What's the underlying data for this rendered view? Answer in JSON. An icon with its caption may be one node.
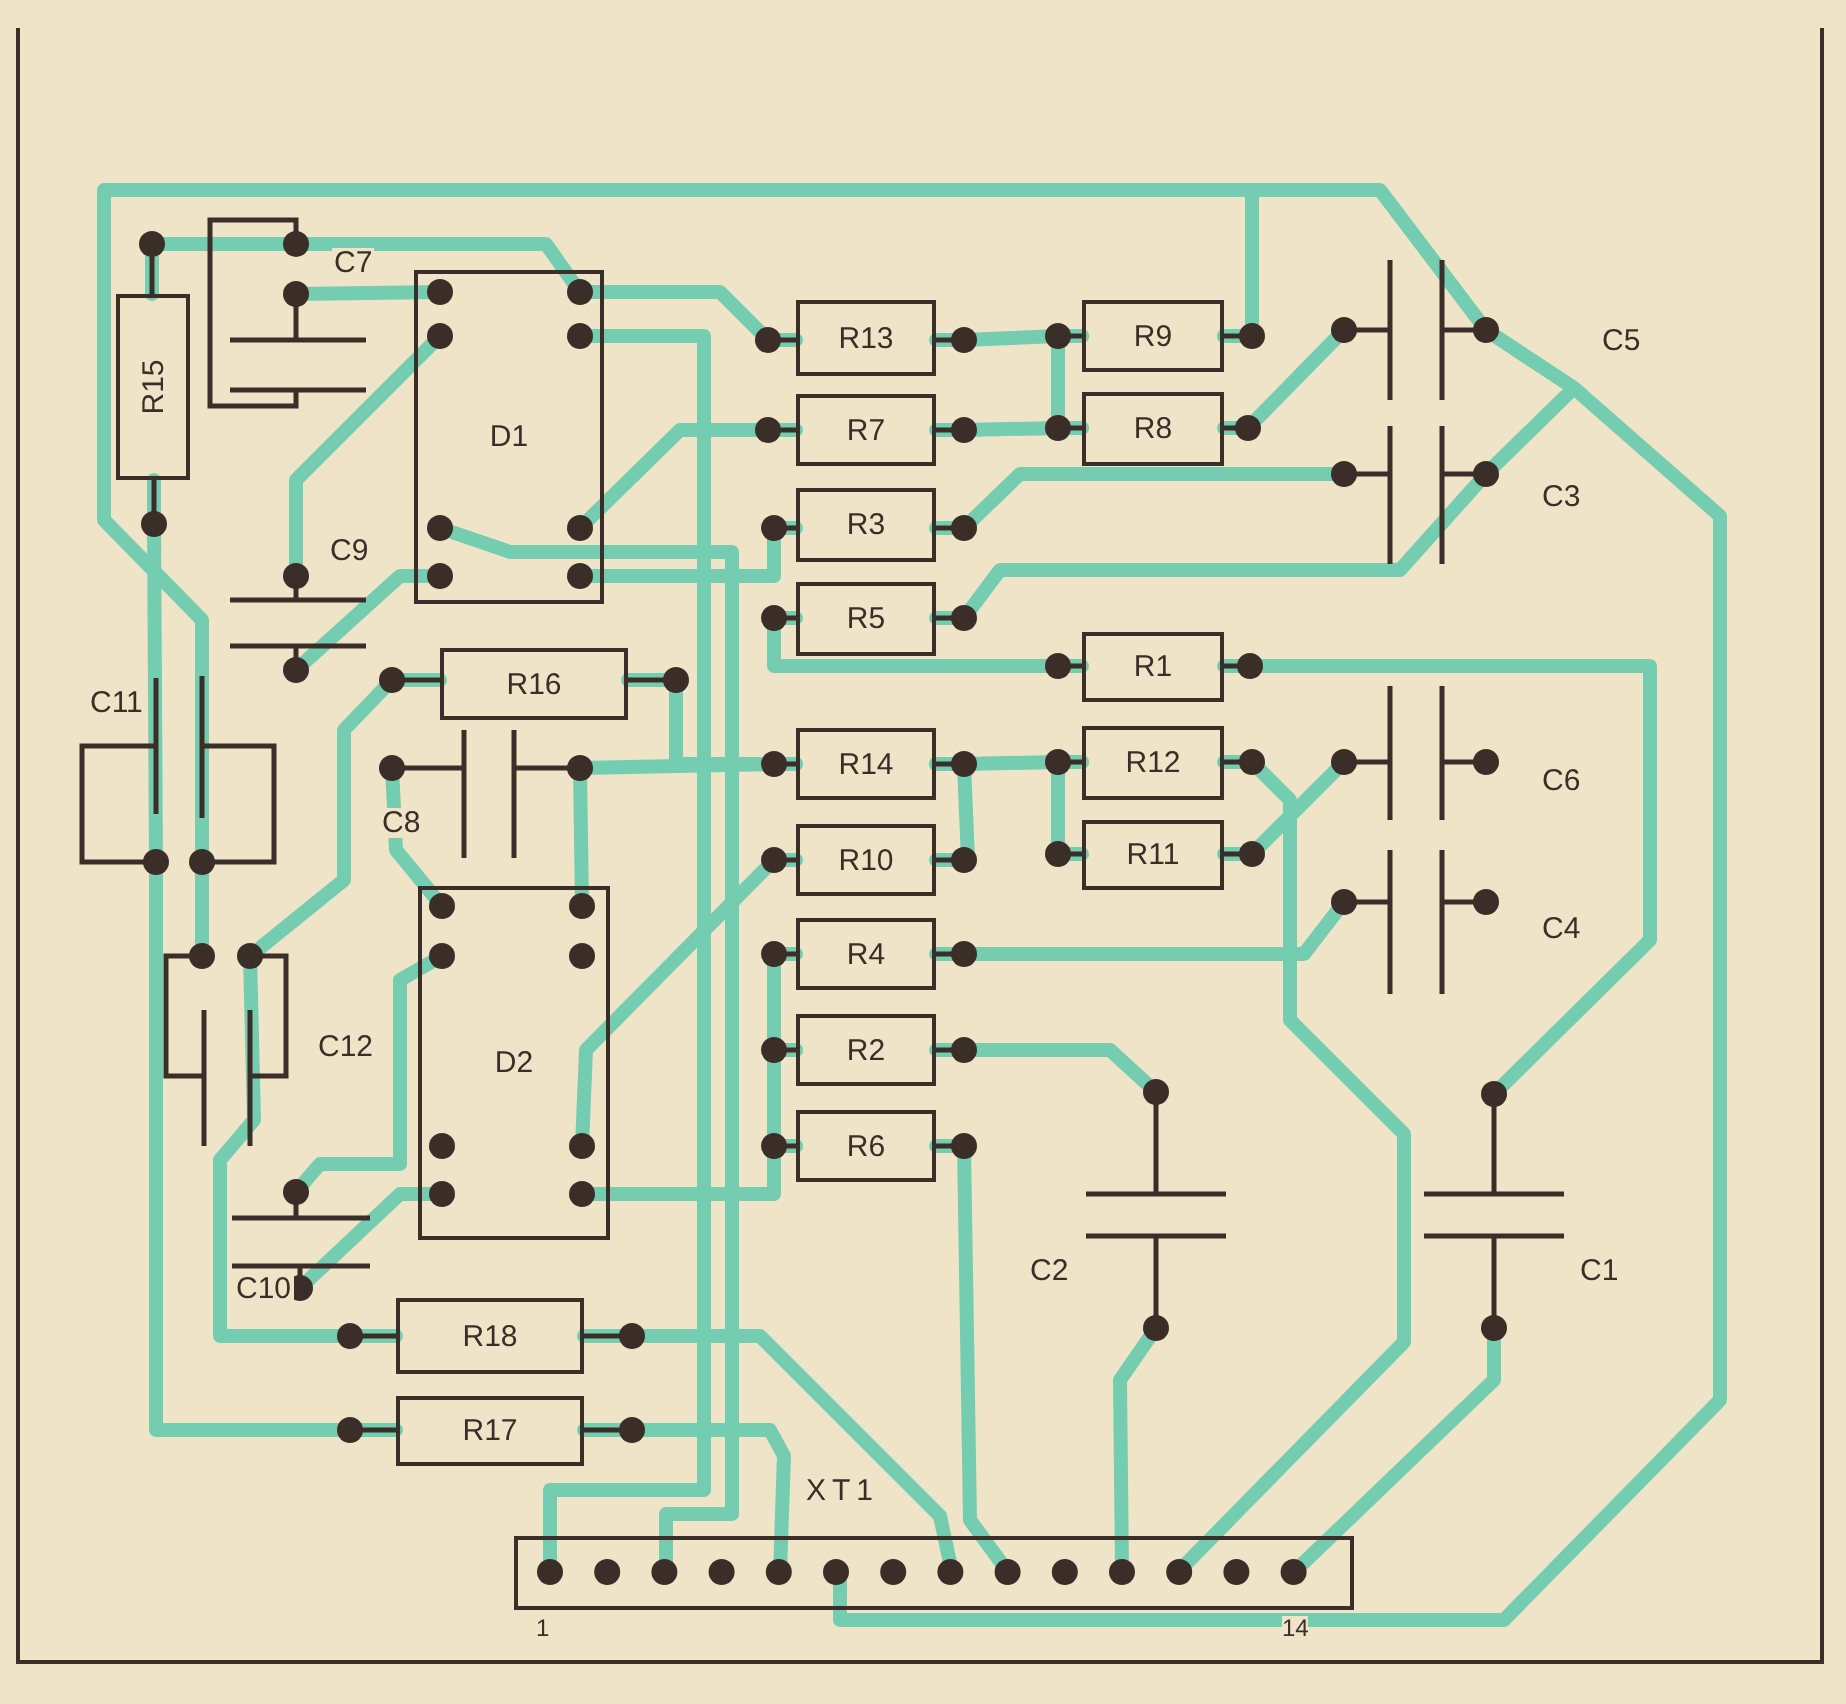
{
  "diagram": {
    "nodes": [
      {
        "text": [
          "R15"
        ]
      },
      {
        "text": [
          "C7"
        ]
      },
      {
        "text": [
          "D1"
        ]
      },
      {
        "text": [
          "R13"
        ]
      },
      {
        "text": [
          "R9"
        ]
      },
      {
        "text": [
          "C5"
        ]
      },
      {
        "text": [
          "R7"
        ]
      },
      {
        "text": [
          "R8"
        ]
      },
      {
        "text": [
          "C3"
        ]
      },
      {
        "text": [
          "R3"
        ]
      },
      {
        "text": [
          "R5"
        ]
      },
      {
        "text": [
          "C9"
        ]
      },
      {
        "text": [
          "R16"
        ]
      },
      {
        "text": [
          "R1"
        ]
      },
      {
        "text": [
          "C11"
        ]
      },
      {
        "text": [
          "C8"
        ]
      },
      {
        "text": [
          "R14"
        ]
      },
      {
        "text": [
          "R12"
        ]
      },
      {
        "text": [
          "C6"
        ]
      },
      {
        "text": [
          "R10"
        ]
      },
      {
        "text": [
          "R11"
        ]
      },
      {
        "text": [
          "C4"
        ]
      },
      {
        "text": [
          "R4"
        ]
      },
      {
        "text": [
          "C12"
        ]
      },
      {
        "text": [
          "D2"
        ]
      },
      {
        "text": [
          "R2"
        ]
      },
      {
        "text": [
          "R6"
        ]
      },
      {
        "text": [
          "C2"
        ]
      },
      {
        "text": [
          "C1"
        ]
      },
      {
        "text": [
          "C10"
        ]
      },
      {
        "text": [
          "R18"
        ]
      },
      {
        "text": [
          "R17"
        ]
      },
      {
        "text": [
          "XT1"
        ],
        "beside": [
          "1",
          "14"
        ]
      }
    ],
    "edges": [
      {
        "from": 14,
        "to": 4,
        "arrow": "none"
      },
      {
        "from": 4,
        "to": 5,
        "arrow": "none"
      },
      {
        "from": 5,
        "to": 8,
        "arrow": "none"
      },
      {
        "from": 8,
        "to": 10,
        "arrow": "none"
      },
      {
        "from": 5,
        "to": 32,
        "arrow": "none"
      },
      {
        "from": 14,
        "to": 23,
        "arrow": "none"
      },
      {
        "from": 0,
        "to": 1,
        "arrow": "none"
      },
      {
        "from": 1,
        "to": 2,
        "arrow": "none"
      },
      {
        "from": 1,
        "to": 2,
        "arrow": "none"
      },
      {
        "from": 2,
        "to": 3,
        "arrow": "none"
      },
      {
        "from": 11,
        "to": 2,
        "arrow": "none"
      },
      {
        "from": 2,
        "to": 6,
        "arrow": "none"
      },
      {
        "from": 2,
        "to": 9,
        "arrow": "none"
      },
      {
        "from": 10,
        "to": 13,
        "arrow": "none"
      },
      {
        "from": 3,
        "to": 4,
        "arrow": "none"
      },
      {
        "from": 4,
        "to": 7,
        "arrow": "none"
      },
      {
        "from": 6,
        "to": 7,
        "arrow": "none"
      },
      {
        "from": 7,
        "to": 5,
        "arrow": "none"
      },
      {
        "from": 9,
        "to": 8,
        "arrow": "none"
      },
      {
        "from": 11,
        "to": 2,
        "arrow": "none"
      },
      {
        "from": 2,
        "to": 32,
        "arrow": "none"
      },
      {
        "from": 2,
        "to": 32,
        "arrow": "none"
      },
      {
        "from": 12,
        "to": 23,
        "arrow": "none"
      },
      {
        "from": 12,
        "to": 16,
        "arrow": "none"
      },
      {
        "from": 15,
        "to": 16,
        "arrow": "none"
      },
      {
        "from": 15,
        "to": 24,
        "arrow": "none"
      },
      {
        "from": 15,
        "to": 24,
        "arrow": "none"
      },
      {
        "from": 16,
        "to": 17,
        "arrow": "none"
      },
      {
        "from": 16,
        "to": 19,
        "arrow": "none"
      },
      {
        "from": 17,
        "to": 20,
        "arrow": "none"
      },
      {
        "from": 17,
        "to": 32,
        "arrow": "none"
      },
      {
        "from": 20,
        "to": 18,
        "arrow": "none"
      },
      {
        "from": 22,
        "to": 21,
        "arrow": "none"
      },
      {
        "from": 13,
        "to": 28,
        "arrow": "none"
      },
      {
        "from": 25,
        "to": 27,
        "arrow": "none"
      },
      {
        "from": 27,
        "to": 32,
        "arrow": "none"
      },
      {
        "from": 28,
        "to": 32,
        "arrow": "none"
      },
      {
        "from": 26,
        "to": 32,
        "arrow": "none"
      },
      {
        "from": 19,
        "to": 24,
        "arrow": "none"
      },
      {
        "from": 22,
        "to": 25,
        "arrow": "none"
      },
      {
        "from": 25,
        "to": 26,
        "arrow": "none"
      },
      {
        "from": 26,
        "to": 24,
        "arrow": "none"
      },
      {
        "from": 23,
        "to": 30,
        "arrow": "none"
      },
      {
        "from": 14,
        "to": 31,
        "arrow": "none"
      },
      {
        "from": 0,
        "to": 14,
        "arrow": "none"
      },
      {
        "from": 29,
        "to": 24,
        "arrow": "none"
      },
      {
        "from": 29,
        "to": 24,
        "arrow": "none"
      },
      {
        "from": 30,
        "to": 32,
        "arrow": "none"
      },
      {
        "from": 31,
        "to": 32,
        "arrow": "none"
      }
    ]
  }
}
